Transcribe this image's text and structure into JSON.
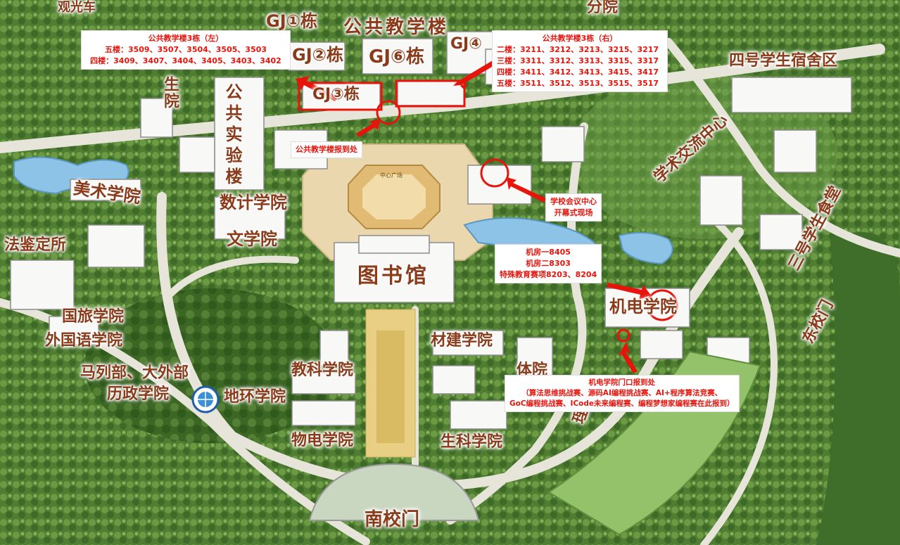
{
  "labels": {
    "guangxian": "观光车",
    "gj1": "GJ①栋",
    "gonggong_jiaoxuelou": "公共教学楼",
    "gj2": "GJ②栋",
    "gj6": "GJ⑥栋",
    "gj4": "GJ④",
    "gj3": "GJ③栋",
    "fenxiao": "分院",
    "sihao_sushe": "四号学生宿舍区",
    "yi_yuan": "生院",
    "gonggong_shiyanlou": "公共实验楼",
    "meishu": "美术学院",
    "shuji": "数计学院",
    "wenxue": "文学院",
    "fajian": "法鉴定所",
    "tushuguan": "图书馆",
    "xueshu_jiaoliu": "学术交流中心",
    "sanhao_shitang": "三号学生食堂",
    "jidian": "机电学院",
    "dongxiaomen": "东校门",
    "guolv": "国旅学院",
    "waiguoyu": "外国语学院",
    "malie": "马列部、大外部",
    "lizheng": "历政学院",
    "dihuan": "地环学院",
    "jiaoke": "教科学院",
    "cailjian": "材建学院",
    "tiyu": "体院",
    "wudian": "物电学院",
    "shengke": "生科学院",
    "like": "理科",
    "nanxiaomen": "南校门"
  },
  "map_text": {
    "zhongxin_guangchang": "中心广场"
  },
  "callouts": {
    "left_building": {
      "title": "公共教学楼3栋（左）",
      "lines": [
        "五楼：3509、3507、3504、3505、3503",
        "四楼：3409、3407、3404、3405、3403、3402"
      ]
    },
    "right_building": {
      "title": "公共教学楼3栋（右）",
      "lines": [
        "二楼：3211、3212、3213、3215、3217",
        "三楼：3311、3312、3313、3315、3317",
        "四楼：3411、3412、3413、3415、3417",
        "五楼：3511、3512、3513、3515、3517"
      ]
    },
    "registration": "公共教学楼报到处",
    "meeting_center": [
      "学校会议中心",
      "开幕式现场"
    ],
    "computer_rooms": [
      "机房一8405",
      "机房二8303",
      "特殊教育赛项8203、8204"
    ],
    "jidian_entrance": [
      "机电学院门口报到处",
      "（算法思维挑战赛、源码AI编程挑战赛、AI+程序算法竞赛、",
      "GoC编程挑战赛、ICode未来编程赛、编程梦想家编程赛在此报到）"
    ]
  },
  "colors": {
    "marker_red": "#e8140c",
    "label_brown": "#8a3b1a",
    "green_dark": "#3f6e2a",
    "road": "#e7e4da"
  }
}
